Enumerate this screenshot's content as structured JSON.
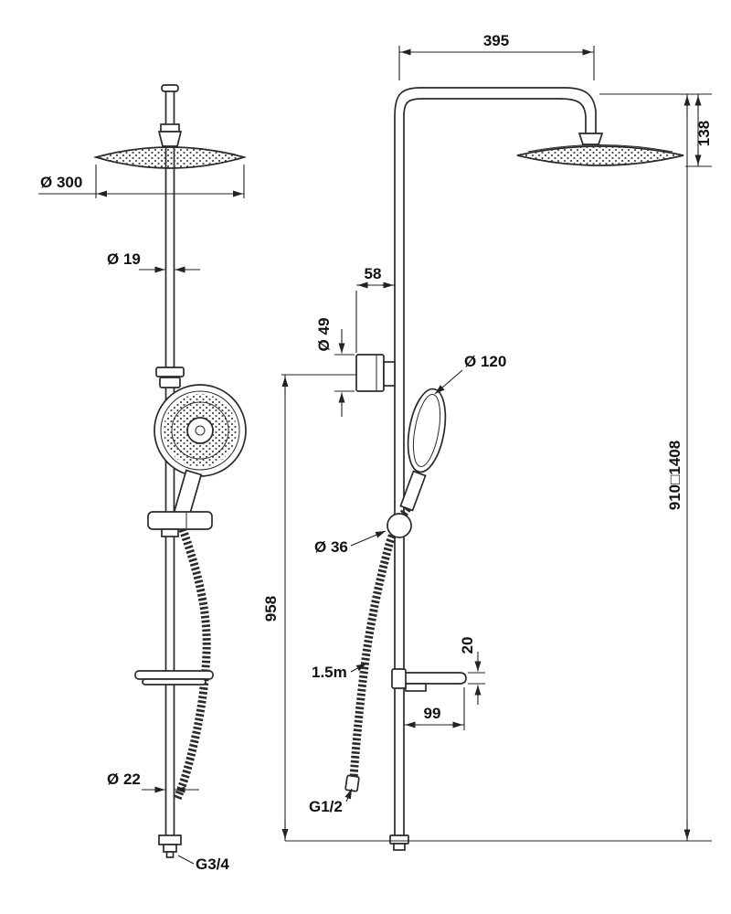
{
  "drawing": {
    "background": "#ffffff",
    "line_color": "#2a2a2a",
    "views": {
      "front": "front-view",
      "side": "side-view"
    },
    "labels": {
      "d300": "Ø 300",
      "d19": "Ø 19",
      "d22": "Ø 22",
      "g34": "G3/4",
      "w395": "395",
      "h138": "138",
      "w58": "58",
      "d49": "Ø 49",
      "d120": "Ø 120",
      "d36": "Ø 36",
      "h958": "958",
      "range": "910□1408",
      "t20": "20",
      "w99": "99",
      "hose_len": "1.5m",
      "g12": "G1/2"
    }
  }
}
